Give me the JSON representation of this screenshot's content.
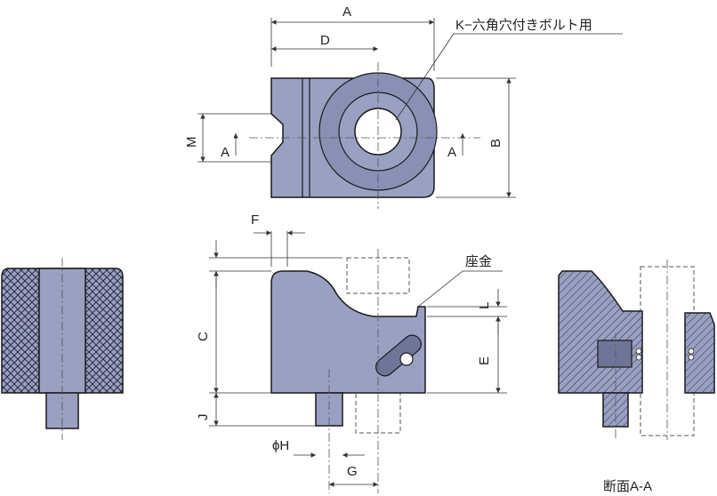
{
  "labels": {
    "dim_A": "A",
    "dim_D": "D",
    "dim_B": "B",
    "dim_M": "M",
    "section_A_left": "A",
    "section_A_right": "A",
    "dim_F": "F",
    "dim_C": "C",
    "dim_J": "J",
    "dim_phiH": "ϕH",
    "dim_G": "G",
    "dim_L": "L",
    "dim_E": "E",
    "callout_bolt": "K−六角穴付きボルト用",
    "callout_washer": "座金",
    "section_caption": "断面A-A"
  },
  "colors": {
    "body_fill": "#9aa0c2",
    "body_dark": "#6f7598",
    "outline": "#1a1a1a",
    "dim_line": "#333333"
  }
}
